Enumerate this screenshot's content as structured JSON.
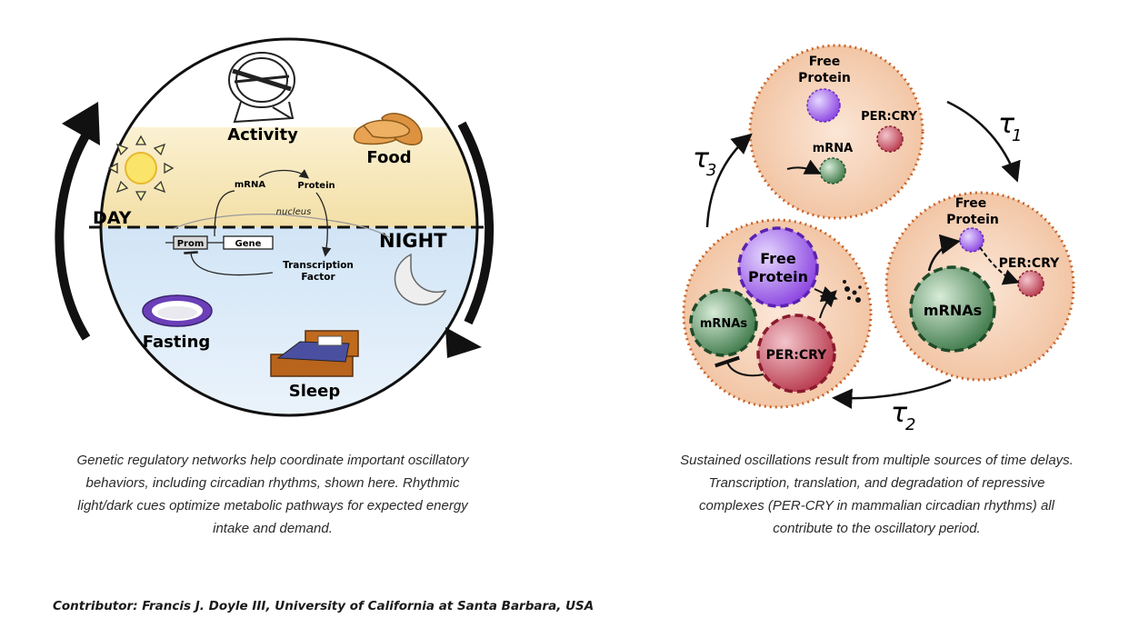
{
  "left_diagram": {
    "labels": {
      "activity": "Activity",
      "food": "Food",
      "day": "DAY",
      "night": "NIGHT",
      "fasting": "Fasting",
      "sleep": "Sleep",
      "mrna": "mRNA",
      "protein": "Protein",
      "nucleus": "nucleus",
      "prom": "Prom",
      "gene": "Gene",
      "tf_line1": "Transcription",
      "tf_line2": "Factor"
    },
    "icons": [
      "hamster-wheel-icon",
      "bread-icon",
      "sun-icon",
      "moon-icon",
      "plate-icon",
      "bed-icon"
    ],
    "colors": {
      "day": "#f6e6b8",
      "night": "#cfe3f5"
    }
  },
  "right_diagram": {
    "top_cell": {
      "free_protein_1": "Free",
      "free_protein_2": "Protein",
      "percry": "PER:CRY",
      "mrna": "mRNA"
    },
    "right_cell": {
      "free_protein_1": "Free",
      "free_protein_2": "Protein",
      "percry": "PER:CRY",
      "mrna": "mRNAs"
    },
    "left_cell": {
      "free_protein_1": "Free",
      "free_protein_2": "Protein",
      "percry": "PER:CRY",
      "mrna": "mRNAs"
    },
    "delays": [
      {
        "symbol": "τ",
        "sub": "1"
      },
      {
        "symbol": "τ",
        "sub": "2"
      },
      {
        "symbol": "τ",
        "sub": "3"
      }
    ],
    "colors": {
      "cell": "#f6d2b8",
      "border": "#c8642a",
      "protein": "#8b44e0",
      "percry": "#b83a4e",
      "mrna": "#3f7a4a"
    }
  },
  "captions": {
    "left": "Genetic regulatory networks help coordinate important oscillatory behaviors, including circadian rhythms, shown here. Rhythmic light/dark cues optimize metabolic pathways for expected energy intake and demand.",
    "right": "Sustained oscillations result from multiple sources of time delays. Transcription, translation, and degradation of repressive complexes (PER-CRY in mammalian circadian rhythms) all contribute to the oscillatory period."
  },
  "contributor": "Contributor: Francis J. Doyle III, University of California at Santa Barbara, USA"
}
